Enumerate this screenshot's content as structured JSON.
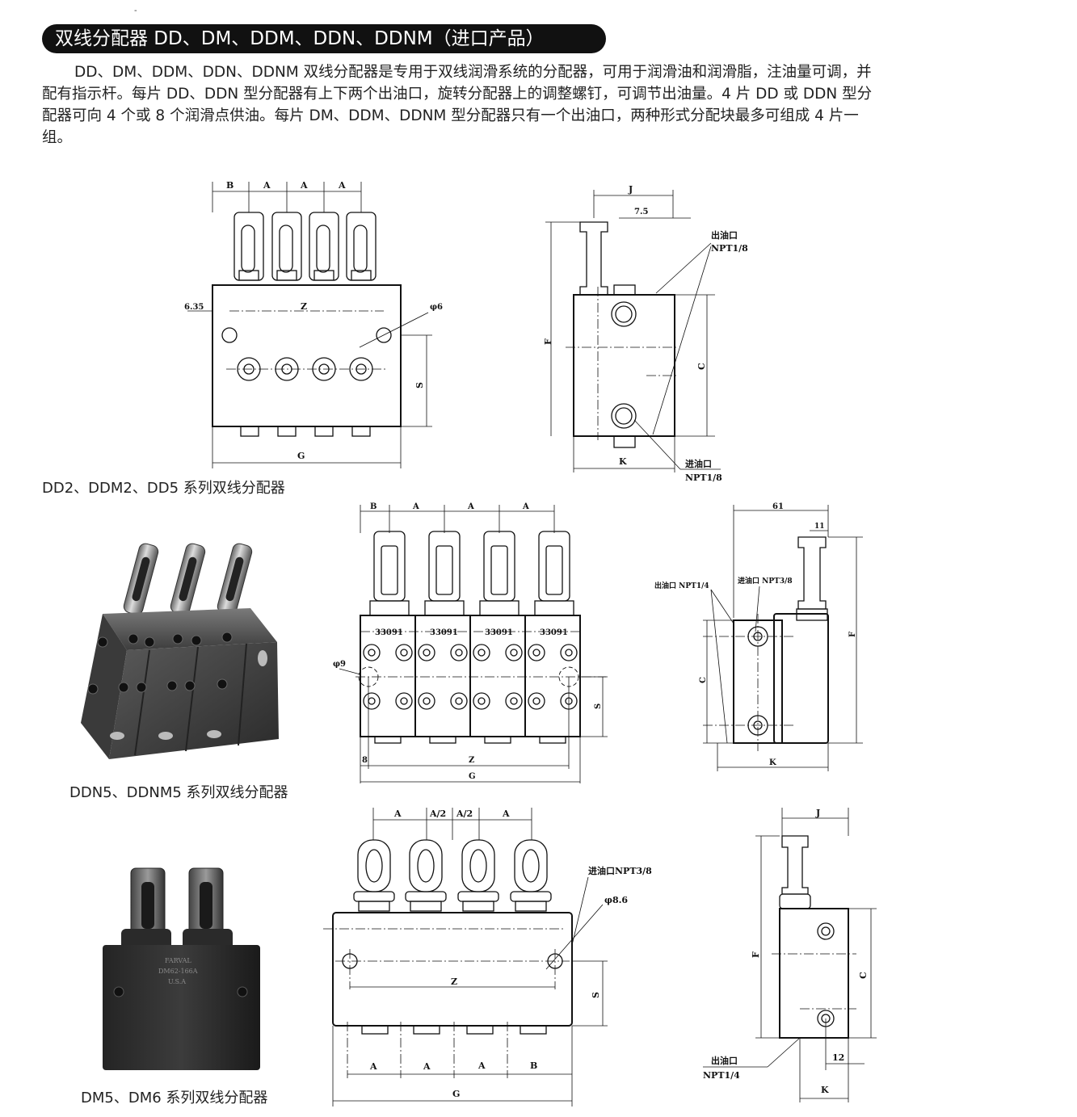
{
  "header": {
    "mark": "-",
    "title": "双线分配器 DD、DM、DDM、DDN、DDNM（进口产品）"
  },
  "intro": {
    "paragraph": "DD、DM、DDM、DDN、DDNM 双线分配器是专用于双线润滑系统的分配器，可用于润滑油和润滑脂，注油量可调，并配有指示杆。每片 DD、DDN 型分配器有上下两个出油口，旋转分配器上的调整螺钉，可调节出油量。4 片 DD 或 DDN 型分配器可向 4 个或 8 个润滑点供油。每片 DM、DDM、DDNM 型分配器只有一个出油口，两种形式分配块最多可组成 4 片一组。"
  },
  "captions": {
    "dd": "DD2、DDM2、DD5 系列双线分配器",
    "ddn": "DDN5、DDNM5 系列双线分配器",
    "dm": "DM5、DM6 系列双线分配器"
  },
  "drawings": {
    "dd_front": {
      "b": "B",
      "a": "A",
      "d635": "6.35",
      "z": "Z",
      "phi6": "φ6",
      "s": "S",
      "g": "G"
    },
    "dd_side": {
      "j": "J",
      "d75": "7.5",
      "out_l1": "出油口",
      "out_l2": "NPT1/8",
      "f": "F",
      "c": "C",
      "k": "K",
      "in_l1": "进油口",
      "in_l2": "NPT1/8"
    },
    "ddn_front": {
      "b": "B",
      "a": "A",
      "part": "33091",
      "phi9": "φ9",
      "s": "S",
      "d8": "8",
      "z": "Z",
      "g": "G"
    },
    "ddn_side": {
      "d61": "61",
      "d11": "11",
      "out": "出油口 NPT1/4",
      "in": "进油口 NPT3/8",
      "c": "C",
      "f": "F",
      "k": "K"
    },
    "dm_front": {
      "a": "A",
      "a2": "A/2",
      "in": "进油口NPT3/8",
      "phi86": "φ8.6",
      "z": "Z",
      "s": "S",
      "b": "B",
      "g": "G"
    },
    "dm_side": {
      "j": "J",
      "f": "F",
      "c": "C",
      "out_l1": "出油口",
      "out_l2": "NPT1/4",
      "d12": "12",
      "k": "K"
    }
  },
  "photos": {
    "dm": {
      "line1": "FARVAL",
      "line2": "DM62-166A",
      "line3": "U.S.A"
    }
  }
}
